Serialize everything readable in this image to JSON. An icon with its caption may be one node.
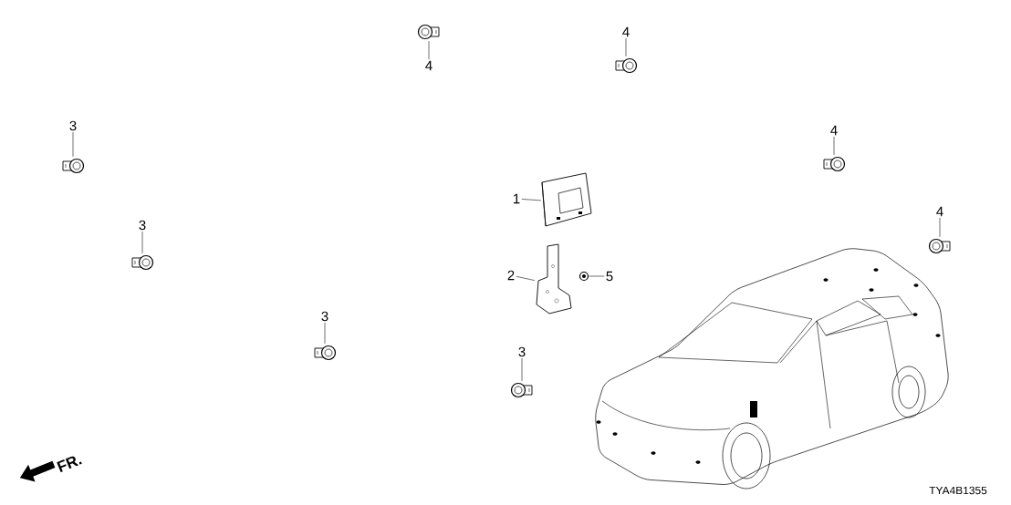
{
  "diagram": {
    "nodes": [
      {
        "text": [],
        "shape": "picture"
      },
      {
        "text": [
          "4"
        ]
      },
      {
        "text": [
          "4"
        ]
      },
      {
        "text": [],
        "shape": "picture"
      },
      {
        "text": [
          "3"
        ]
      },
      {
        "text": [],
        "shape": "picture"
      },
      {
        "text": [
          "4"
        ]
      },
      {
        "text": [],
        "shape": "picture"
      },
      {
        "text": [
          "1"
        ]
      },
      {
        "text": [],
        "shape": "picture"
      },
      {
        "text": [
          "4"
        ]
      },
      {
        "text": [],
        "shape": "picture"
      },
      {
        "text": [
          "3"
        ]
      },
      {
        "text": [],
        "shape": "picture"
      },
      {
        "text": [
          "2"
        ]
      },
      {
        "text": [],
        "shape": "picture"
      },
      {
        "text": [],
        "shape": "picture"
      },
      {
        "text": [
          "5"
        ]
      },
      {
        "text": [
          "3"
        ]
      },
      {
        "text": [],
        "shape": "picture"
      },
      {
        "text": [
          "3"
        ]
      },
      {
        "text": [],
        "shape": "picture"
      }
    ],
    "edges": [
      {
        "from": 1,
        "to": 0,
        "arrow": "none"
      },
      {
        "from": 2,
        "to": 3,
        "arrow": "none"
      },
      {
        "from": 4,
        "to": 5,
        "arrow": "none"
      },
      {
        "from": 6,
        "to": 7,
        "arrow": "none"
      },
      {
        "from": 8,
        "to": 9,
        "arrow": "none"
      },
      {
        "from": 10,
        "to": 11,
        "arrow": "none"
      },
      {
        "from": 12,
        "to": 13,
        "arrow": "none"
      },
      {
        "from": 14,
        "to": 15,
        "arrow": "none"
      },
      {
        "from": 17,
        "to": 16,
        "arrow": "none"
      },
      {
        "from": 18,
        "to": 19,
        "arrow": "none"
      },
      {
        "from": 20,
        "to": 21,
        "arrow": "none"
      }
    ],
    "labels": [
      "FR.",
      "TYA4B1355"
    ]
  }
}
